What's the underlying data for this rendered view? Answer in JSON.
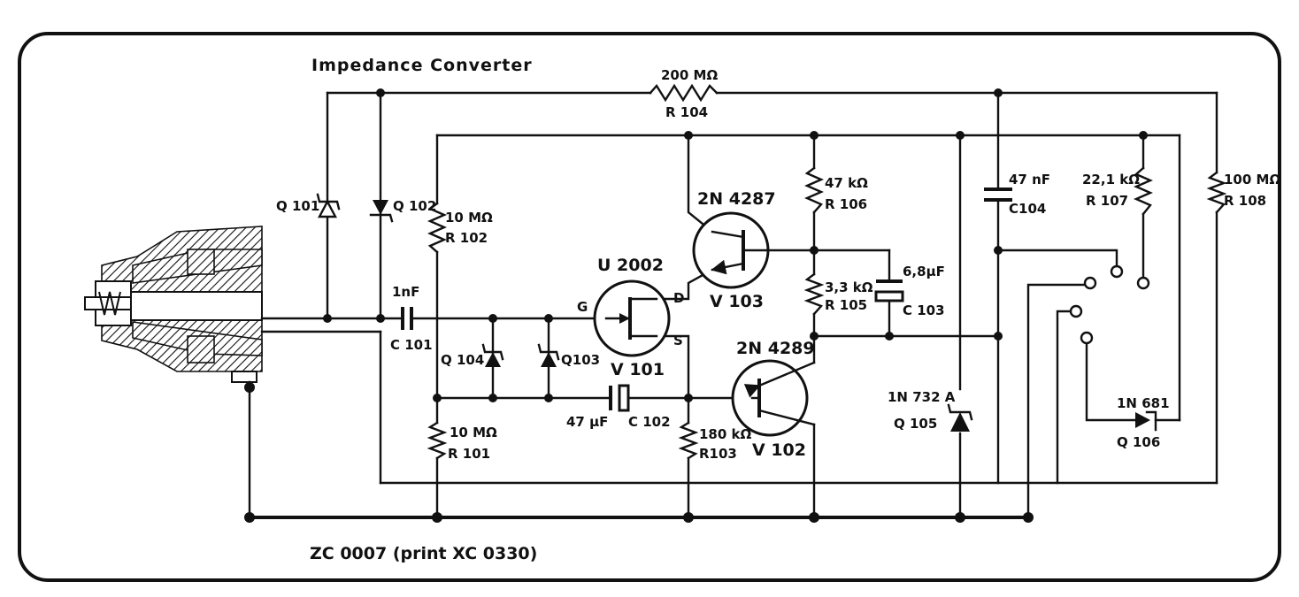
{
  "title": "Impedance Converter",
  "footer": "ZC 0007 (print XC 0330)",
  "components": {
    "r104": {
      "value": "200 MΩ",
      "ref": "R 104"
    },
    "r102": {
      "value": "10 MΩ",
      "ref": "R 102"
    },
    "r101": {
      "value": "10 MΩ",
      "ref": "R 101"
    },
    "r103": {
      "value": "180 kΩ",
      "ref": "R103"
    },
    "r106": {
      "value": "47 kΩ",
      "ref": "R 106"
    },
    "r105": {
      "value": "3,3 kΩ",
      "ref": "R 105"
    },
    "r107": {
      "value": "22,1 kΩ",
      "ref": "R 107"
    },
    "r108": {
      "value": "100 MΩ",
      "ref": "R 108"
    },
    "c101": {
      "value": "1nF",
      "ref": "C 101"
    },
    "c102": {
      "value": "47 μF",
      "ref": "C 102"
    },
    "c103": {
      "value": "6,8μF",
      "ref": "C 103"
    },
    "c104": {
      "value": "47 nF",
      "ref": "C104"
    },
    "q101": {
      "ref": "Q 101"
    },
    "q102": {
      "ref": "Q 102"
    },
    "q103": {
      "ref": "Q103"
    },
    "q104": {
      "ref": "Q 104"
    },
    "q105": {
      "part": "1N 732 A",
      "ref": "Q 105"
    },
    "q106": {
      "part": "1N 681",
      "ref": "Q 106"
    },
    "v101": {
      "part": "U 2002",
      "ref": "V 101",
      "gate": "G",
      "drain": "D",
      "source": "S"
    },
    "v102": {
      "part": "2N 4289",
      "ref": "V 102"
    },
    "v103": {
      "part": "2N 4287",
      "ref": "V 103"
    }
  }
}
